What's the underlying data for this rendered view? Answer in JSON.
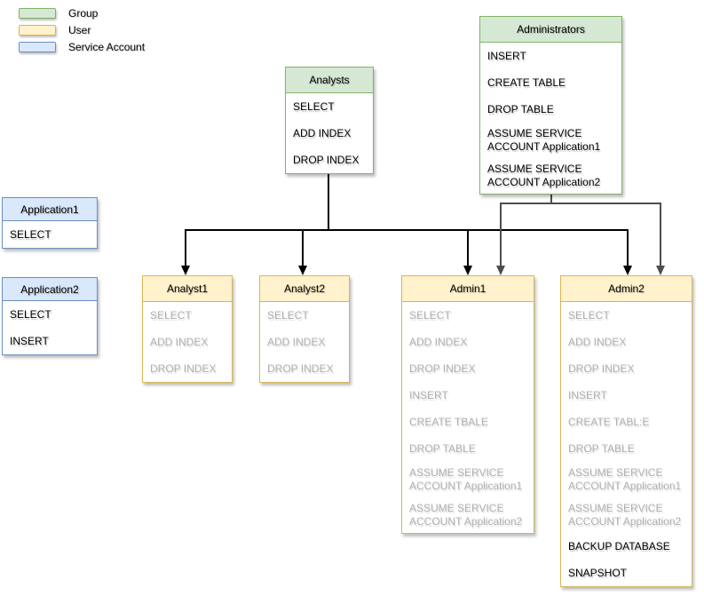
{
  "legend": {
    "items": [
      {
        "type": "group",
        "label": "Group"
      },
      {
        "type": "user",
        "label": "User"
      },
      {
        "type": "service_account",
        "label": "Service Account"
      }
    ]
  },
  "colors": {
    "group_fill": "#d5e8d4",
    "group_stroke": "#82b366",
    "user_fill": "#fff2cc",
    "user_stroke": "#d6b656",
    "service_fill": "#dae8fc",
    "service_stroke": "#6c8ebf",
    "muted_text": "#b0b0b0",
    "analyst_wire": "#000000",
    "admin_wire": "#4d4d4d"
  },
  "boxes": {
    "analysts": {
      "title": "Analysts",
      "items": [
        "SELECT",
        "ADD INDEX",
        "DROP INDEX"
      ]
    },
    "administrators": {
      "title": "Administrators",
      "items": [
        "INSERT",
        "CREATE TABLE",
        "DROP TABLE",
        "ASSUME SERVICE ACCOUNT Application1",
        "ASSUME SERVICE ACCOUNT Application2"
      ]
    },
    "application1": {
      "title": "Application1",
      "items": [
        "SELECT"
      ]
    },
    "application2": {
      "title": "Application2",
      "items": [
        "SELECT",
        "INSERT"
      ]
    },
    "analyst1": {
      "title": "Analyst1",
      "items": [
        "SELECT",
        "ADD INDEX",
        "DROP INDEX"
      ]
    },
    "analyst2": {
      "title": "Analyst2",
      "items": [
        "SELECT",
        "ADD INDEX",
        "DROP INDEX"
      ]
    },
    "admin1": {
      "title": "Admin1",
      "items": [
        "SELECT",
        "ADD INDEX",
        "DROP INDEX",
        "INSERT",
        "CREATE TBALE",
        "DROP TABLE",
        "ASSUME SERVICE ACCOUNT Application1",
        "ASSUME SERVICE ACCOUNT Application2"
      ]
    },
    "admin2": {
      "title": "Admin2",
      "items": [
        "SELECT",
        "ADD INDEX",
        "DROP INDEX",
        "INSERT",
        "CREATE TABL:E",
        "DROP TABLE",
        "ASSUME SERVICE ACCOUNT Application1",
        "ASSUME SERVICE ACCOUNT Application2",
        "BACKUP DATABASE",
        "SNAPSHOT"
      ]
    }
  }
}
